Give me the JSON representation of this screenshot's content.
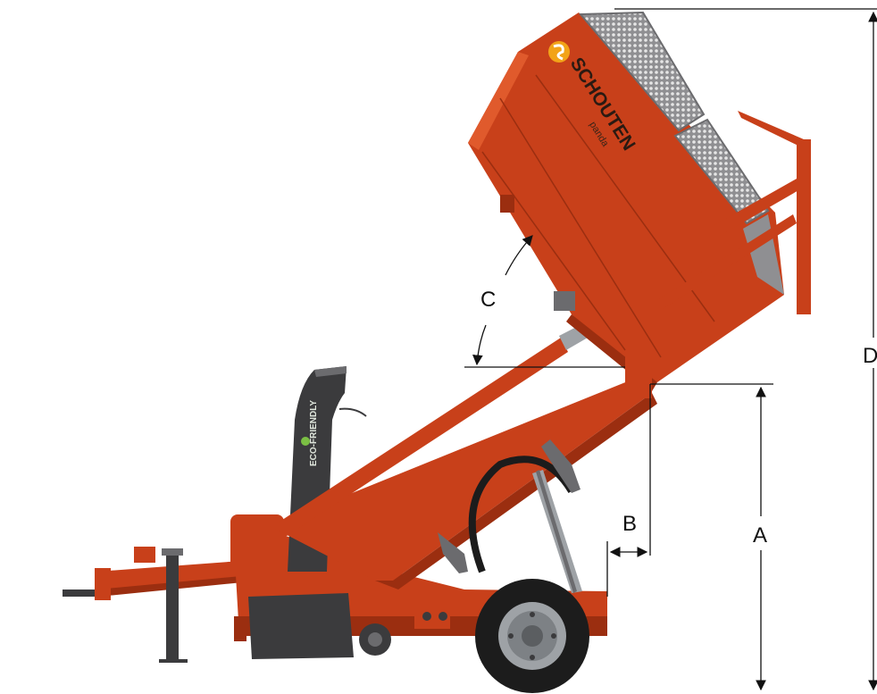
{
  "labels": {
    "A": "A",
    "B": "B",
    "C": "C",
    "D": "D"
  },
  "machine": {
    "brand": "SCHOUTEN",
    "model": "panda",
    "chute_text": "ECO-FRIENDLY"
  },
  "colors": {
    "body": "#c8401a",
    "body_dark": "#9b2e10",
    "body_light": "#e05a2c",
    "steel_dark": "#3b3b3d",
    "steel_mid": "#6b6b6e",
    "tire": "#1c1c1c",
    "rim": "#9ea2a6",
    "mesh": "#c9c9c9",
    "line": "#111111"
  }
}
